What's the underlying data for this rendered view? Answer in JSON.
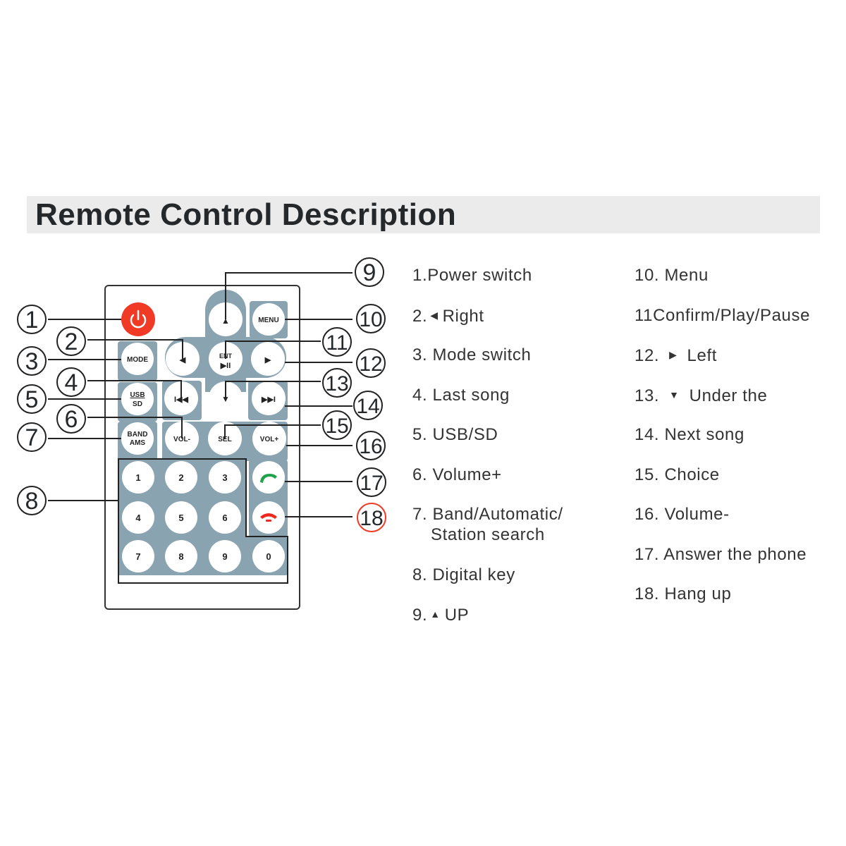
{
  "title": "Remote Control Description",
  "colors": {
    "panel": "#8aa3b0",
    "key_face": "#ffffff",
    "power": "#f03a25",
    "answer": "#1fa34a",
    "hangup": "#f0281e",
    "line": "#222222",
    "callout_highlight": "#f03a25"
  },
  "remote": {
    "keys": {
      "power_icon": "power-icon",
      "up": "▲",
      "menu": "MENU",
      "mode": "MODE",
      "left": "◀",
      "ent_top": "ENT",
      "ent_bottom": "▶II",
      "right": "▶",
      "usb_top": "USB",
      "usb_bottom": "SD",
      "prev": "I◀◀",
      "down": "▼",
      "next": "▶▶I",
      "band_top": "BAND",
      "band_bottom": "AMS",
      "vol_minus": "VOL-",
      "sel": "SEL",
      "vol_plus": "VOL+",
      "digits": [
        "1",
        "2",
        "3",
        "4",
        "5",
        "6",
        "7",
        "8",
        "9",
        "0"
      ],
      "answer_icon": "phone-answer-icon",
      "hangup_icon": "phone-hangup-icon"
    }
  },
  "callouts": [
    "1",
    "2",
    "3",
    "4",
    "5",
    "6",
    "7",
    "8",
    "9",
    "10",
    "11",
    "12",
    "13",
    "14",
    "15",
    "16",
    "17",
    "18"
  ],
  "descriptions_left": [
    {
      "num": "1.",
      "text": "Power switch"
    },
    {
      "num": "2.",
      "icon": "◀",
      "text": "Right"
    },
    {
      "num": "3.",
      "text": "Mode switch"
    },
    {
      "num": "4.",
      "text": "Last song"
    },
    {
      "num": "5.",
      "text": "USB/SD"
    },
    {
      "num": "6.",
      "text": "Volume+"
    },
    {
      "num": "7.",
      "text": "Band/Automatic/",
      "text2": "Station search"
    },
    {
      "num": "8.",
      "text": "Digital key"
    },
    {
      "num": "9.",
      "icon": "▲",
      "text": "UP"
    }
  ],
  "descriptions_right": [
    {
      "num": "10.",
      "text": "Menu"
    },
    {
      "num": "11",
      "text": "Confirm/Play/Pause"
    },
    {
      "num": "12.",
      "icon": "▶",
      "text": "Left"
    },
    {
      "num": "13.",
      "icon": "▼",
      "text": "Under the"
    },
    {
      "num": "14.",
      "text": "Next song"
    },
    {
      "num": "15.",
      "text": "Choice"
    },
    {
      "num": "16.",
      "text": "Volume-"
    },
    {
      "num": "17.",
      "text": "Answer the phone"
    },
    {
      "num": "18.",
      "text": "Hang up"
    }
  ]
}
